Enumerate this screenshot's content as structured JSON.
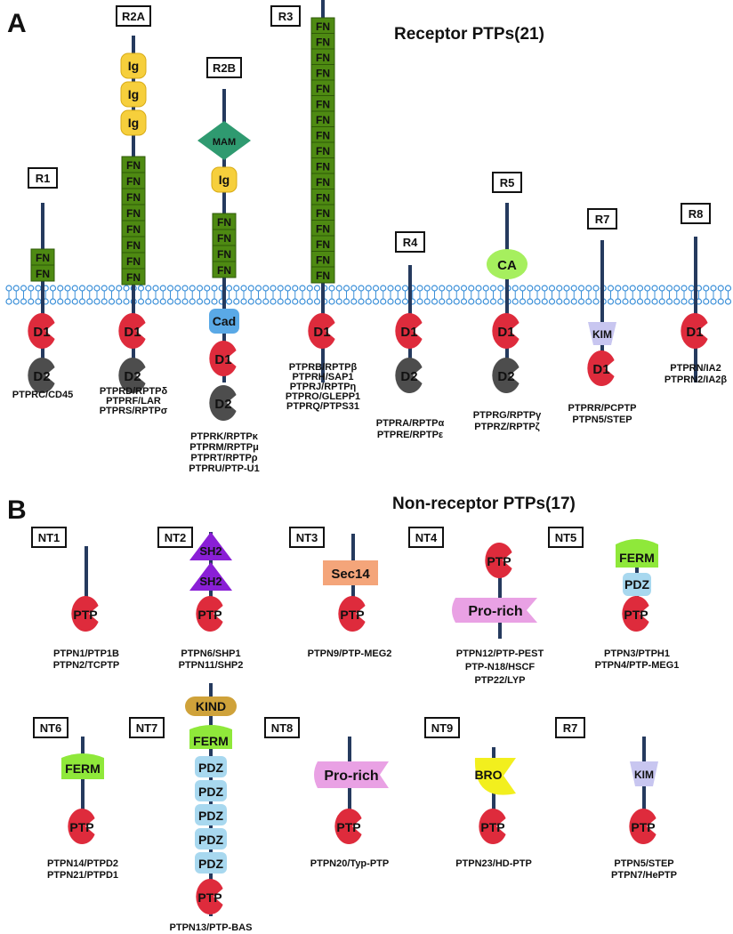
{
  "panel_a": {
    "letter": "A",
    "title": "Receptor PTPs(21)",
    "classes": [
      {
        "tag": "R1",
        "names": [
          "PTPRC/CD45"
        ],
        "ext": [
          "FN",
          "FN"
        ],
        "intra": [
          "D1",
          "D2"
        ]
      },
      {
        "tag": "R2A",
        "names": [
          "PTPRD/RPTPδ",
          "PTPRF/LAR",
          "PTPRS/RPTPσ"
        ],
        "ext": [
          "Ig",
          "Ig",
          "Ig",
          "FN",
          "FN",
          "FN",
          "FN",
          "FN",
          "FN",
          "FN",
          "FN"
        ],
        "intra": [
          "D1",
          "D2"
        ]
      },
      {
        "tag": "R2B",
        "names": [
          "PTPRK/RPTPκ",
          "PTPRM/RPTPμ",
          "PTPRT/RPTPρ",
          "PTPRU/PTP-U1"
        ],
        "ext": [
          "MAM",
          "Ig",
          "FN",
          "FN",
          "FN",
          "FN"
        ],
        "intra": [
          "Cad",
          "D1",
          "D2"
        ]
      },
      {
        "tag": "R3",
        "names": [
          "PTPRB/RPTPβ",
          "PTPRH/SAP1",
          "PTPRJ/RPTPη",
          "PTPRO/GLEPP1",
          "PTPRQ/PTPS31"
        ],
        "ext": [
          "FN",
          "FN",
          "FN",
          "FN",
          "FN",
          "FN",
          "FN",
          "FN",
          "FN",
          "FN",
          "FN",
          "FN",
          "FN",
          "FN",
          "FN",
          "FN",
          "FN"
        ],
        "intra": [
          "D1"
        ]
      },
      {
        "tag": "R4",
        "names": [
          "PTPRA/RPTPα",
          "PTPRE/RPTPε"
        ],
        "ext": [],
        "intra": [
          "D1",
          "D2"
        ]
      },
      {
        "tag": "R5",
        "names": [
          "PTPRG/RPTPγ",
          "PTPRZ/RPTPζ"
        ],
        "ext": [
          "CA"
        ],
        "intra": [
          "D1",
          "D2"
        ]
      },
      {
        "tag": "R7",
        "names": [
          "PTPRR/PCPTP",
          "PTPN5/STEP"
        ],
        "ext": [],
        "intra": [
          "KIM",
          "D1"
        ]
      },
      {
        "tag": "R8",
        "names": [
          "PTPRN/IA2",
          "PTPRN2/IA2β"
        ],
        "ext": [],
        "intra": [
          "D1"
        ]
      }
    ]
  },
  "panel_b": {
    "letter": "B",
    "title": "Non-receptor PTPs(17)",
    "classes": [
      {
        "tag": "NT1",
        "names": [
          "PTPN1/PTP1B",
          "PTPN2/TCPTP"
        ],
        "domains": [
          "PTP"
        ]
      },
      {
        "tag": "NT2",
        "names": [
          "PTPN6/SHP1",
          "PTPN11/SHP2"
        ],
        "domains": [
          "SH2",
          "SH2",
          "PTP"
        ]
      },
      {
        "tag": "NT3",
        "names": [
          "PTPN9/PTP-MEG2"
        ],
        "domains": [
          "Sec14",
          "PTP"
        ]
      },
      {
        "tag": "NT4",
        "names": [
          "PTPN12/PTP-PEST",
          "PTP-N18/HSCF",
          "PTP22/LYP"
        ],
        "domains": [
          "PTP",
          "Pro-rich"
        ]
      },
      {
        "tag": "NT5",
        "names": [
          "PTPN3/PTPH1",
          "PTPN4/PTP-MEG1"
        ],
        "domains": [
          "FERM",
          "PDZ",
          "PTP"
        ]
      },
      {
        "tag": "NT6",
        "names": [
          "PTPN14/PTPD2",
          "PTPN21/PTPD1"
        ],
        "domains": [
          "FERM",
          "PTP"
        ]
      },
      {
        "tag": "NT7",
        "names": [
          "PTPN13/PTP-BAS"
        ],
        "domains": [
          "KIND",
          "FERM",
          "PDZ",
          "PDZ",
          "PDZ",
          "PDZ",
          "PDZ",
          "PTP"
        ]
      },
      {
        "tag": "NT8",
        "names": [
          "PTPN20/Typ-PTP"
        ],
        "domains": [
          "Pro-rich",
          "PTP"
        ]
      },
      {
        "tag": "NT9",
        "names": [
          "PTPN23/HD-PTP"
        ],
        "domains": [
          "BRO",
          "PTP"
        ]
      },
      {
        "tag": "R7",
        "names": [
          "PTPN5/STEP",
          "PTPN7/HePTP"
        ],
        "domains": [
          "KIM",
          "PTP"
        ]
      }
    ]
  },
  "colors": {
    "stick": "#253a5e",
    "fn": "#4e8a12",
    "ig": "#f6cf3c",
    "mam": "#2f9a70",
    "cad": "#5aa9e6",
    "d1": "#de2b3c",
    "d2": "#4d4d4d",
    "ca": "#a6ef5e",
    "kim": "#c8c6f0",
    "ptp": "#de2b3c",
    "sh2": "#8a1fd6",
    "sec14": "#f4a57a",
    "prorich": "#e9a1e4",
    "ferm": "#8fe83a",
    "pdz": "#a8d8ef",
    "kind": "#cfa23a",
    "bro": "#f2ef1e",
    "membrane": "#3a8fd8"
  }
}
